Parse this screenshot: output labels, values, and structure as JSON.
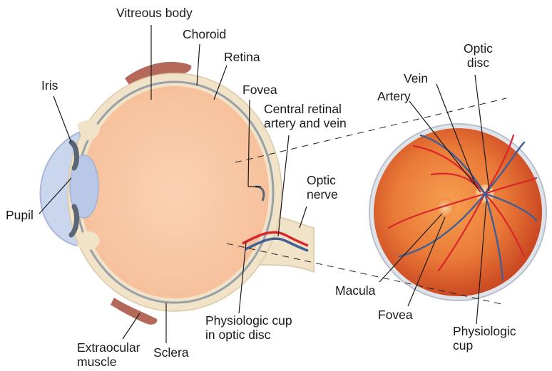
{
  "labels": {
    "vitreous_body": "Vitreous body",
    "choroid": "Choroid",
    "retina": "Retina",
    "iris": "Iris",
    "fovea_section": "Fovea",
    "central_retinal_1": "Central retinal",
    "central_retinal_2": "artery and vein",
    "optic_nerve_1": "Optic",
    "optic_nerve_2": "nerve",
    "pupil": "Pupil",
    "physiologic_cup_disc_1": "Physiologic cup",
    "physiologic_cup_disc_2": "in optic disc",
    "extraocular_1": "Extraocular",
    "extraocular_2": "muscle",
    "sclera": "Sclera",
    "optic_disc_1": "Optic",
    "optic_disc_2": "disc",
    "vein": "Vein",
    "artery": "Artery",
    "macula": "Macula",
    "fovea_fundus": "Fovea",
    "physiologic_cup_1": "Physiologic",
    "physiologic_cup_2": "cup"
  },
  "colors": {
    "vitreous": "#f9c7a4",
    "sclera": "#f1e3c8",
    "retina_line": "#9aa0a8",
    "iris": "#5b6675",
    "cornea": "#c9d6ee",
    "lens": "#b8c8e6",
    "muscle": "#b5695a",
    "artery": "#d8262b",
    "vein": "#3f5f95",
    "fundus_center": "#f08a3a",
    "fundus_edge": "#c8401f",
    "fundus_rim": "#b9c0ca"
  }
}
